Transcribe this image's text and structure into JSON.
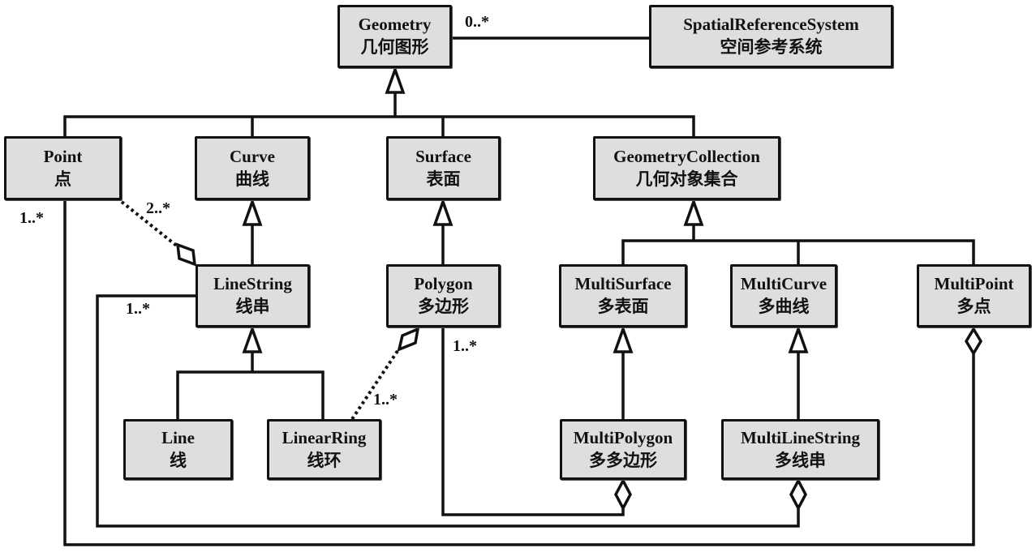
{
  "diagram": {
    "title": "OGC Simple Features Geometry Class Hierarchy",
    "colors": {
      "box_fill": "#dedede",
      "stroke": "#111111",
      "background": "#ffffff"
    },
    "classes": {
      "geometry": {
        "en": "Geometry",
        "zh": "几何图形"
      },
      "srs": {
        "en": "SpatialReferenceSystem",
        "zh": "空间参考系统"
      },
      "point": {
        "en": "Point",
        "zh": "点"
      },
      "curve": {
        "en": "Curve",
        "zh": "曲线"
      },
      "surface": {
        "en": "Surface",
        "zh": "表面"
      },
      "geometry_collection": {
        "en": "GeometryCollection",
        "zh": "几何对象集合"
      },
      "linestring": {
        "en": "LineString",
        "zh": "线串"
      },
      "polygon": {
        "en": "Polygon",
        "zh": "多边形"
      },
      "multisurface": {
        "en": "MultiSurface",
        "zh": "多表面"
      },
      "multicurve": {
        "en": "MultiCurve",
        "zh": "多曲线"
      },
      "multipoint": {
        "en": "MultiPoint",
        "zh": "多点"
      },
      "line": {
        "en": "Line",
        "zh": "线"
      },
      "linearring": {
        "en": "LinearRing",
        "zh": "线环"
      },
      "multipolygon": {
        "en": "MultiPolygon",
        "zh": "多多边形"
      },
      "multilinestring": {
        "en": "MultiLineString",
        "zh": "多线串"
      }
    },
    "multiplicities": {
      "geometry_srs": "0..*",
      "point_multipoint": "1..*",
      "point_linestring": "2..*",
      "linestring_multilinestring": "1..*",
      "polygon_multipolygon": "1..*",
      "linearring_polygon": "1..*"
    },
    "relationships": [
      {
        "type": "association",
        "from": "Geometry",
        "to": "SpatialReferenceSystem",
        "multiplicity": "0..*"
      },
      {
        "type": "generalization",
        "child": "Point",
        "parent": "Geometry"
      },
      {
        "type": "generalization",
        "child": "Curve",
        "parent": "Geometry"
      },
      {
        "type": "generalization",
        "child": "Surface",
        "parent": "Geometry"
      },
      {
        "type": "generalization",
        "child": "GeometryCollection",
        "parent": "Geometry"
      },
      {
        "type": "generalization",
        "child": "LineString",
        "parent": "Curve"
      },
      {
        "type": "generalization",
        "child": "Polygon",
        "parent": "Surface"
      },
      {
        "type": "generalization",
        "child": "MultiSurface",
        "parent": "GeometryCollection"
      },
      {
        "type": "generalization",
        "child": "MultiCurve",
        "parent": "GeometryCollection"
      },
      {
        "type": "generalization",
        "child": "MultiPoint",
        "parent": "GeometryCollection"
      },
      {
        "type": "generalization",
        "child": "Line",
        "parent": "LineString"
      },
      {
        "type": "generalization",
        "child": "LinearRing",
        "parent": "LineString"
      },
      {
        "type": "generalization",
        "child": "MultiPolygon",
        "parent": "MultiSurface"
      },
      {
        "type": "generalization",
        "child": "MultiLineString",
        "parent": "MultiCurve"
      },
      {
        "type": "aggregation",
        "whole": "LineString",
        "part": "Point",
        "multiplicity": "2..*",
        "style": "dotted"
      },
      {
        "type": "aggregation",
        "whole": "Polygon",
        "part": "LinearRing",
        "multiplicity": "1..*",
        "style": "dotted"
      },
      {
        "type": "aggregation",
        "whole": "MultiPolygon",
        "part": "Polygon",
        "multiplicity": "1..*"
      },
      {
        "type": "aggregation",
        "whole": "MultiLineString",
        "part": "LineString",
        "multiplicity": "1..*"
      },
      {
        "type": "aggregation",
        "whole": "MultiPoint",
        "part": "Point",
        "multiplicity": "1..*"
      }
    ]
  }
}
